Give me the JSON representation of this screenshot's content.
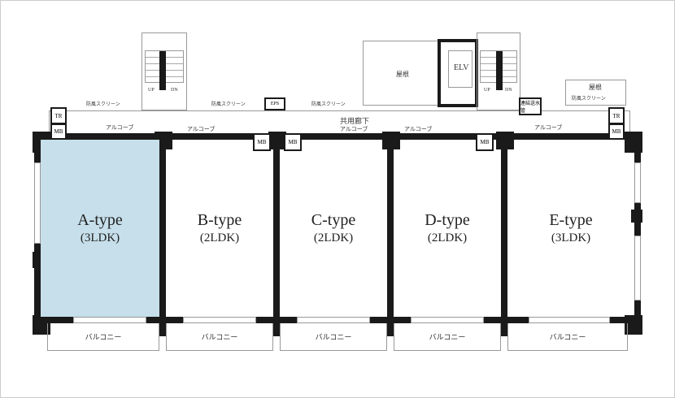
{
  "units": [
    {
      "type": "A-type",
      "layout": "(3LDK)",
      "highlight": true
    },
    {
      "type": "B-type",
      "layout": "(2LDK)",
      "highlight": false
    },
    {
      "type": "C-type",
      "layout": "(2LDK)",
      "highlight": false
    },
    {
      "type": "D-type",
      "layout": "(2LDK)",
      "highlight": false
    },
    {
      "type": "E-type",
      "layout": "(3LDK)",
      "highlight": false
    }
  ],
  "labels": {
    "corridor": "共用廊下",
    "alcove": "アルコーブ",
    "balcony": "バルコニー",
    "windscreen": "防風スクリーン",
    "eps": "EPS",
    "mb": "MB",
    "tr": "TR",
    "up": "UP",
    "dn": "DN",
    "roof": "屋根",
    "elv": "ELV",
    "standpipe": "連結送水管"
  },
  "colors": {
    "highlight": "#c6dfea",
    "wall": "#1a1a1a"
  }
}
